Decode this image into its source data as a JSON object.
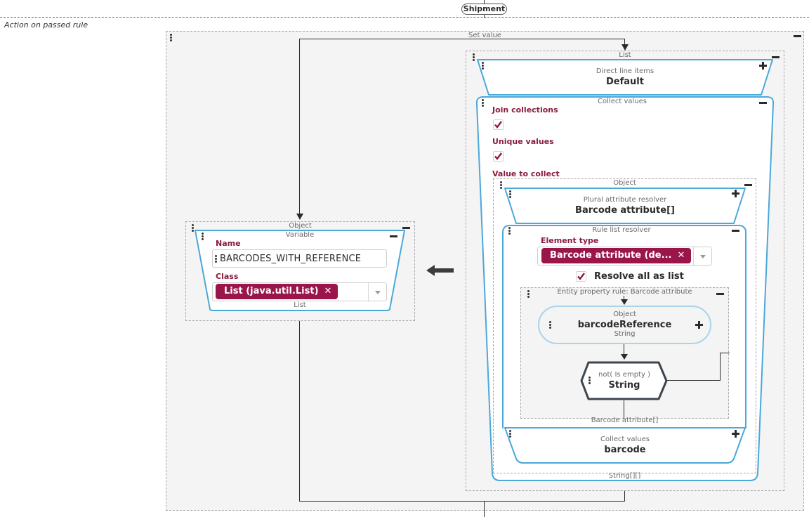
{
  "header": {
    "entity_pill": "Shipment",
    "section_label": "Action on passed rule"
  },
  "set_value": {
    "title": "Set value"
  },
  "object_left": {
    "title": "Object",
    "variable": {
      "title": "Variable",
      "name_label": "Name",
      "name_value": "BARCODES_WITH_REFERENCE",
      "class_label": "Class",
      "class_chip": "List (java.util.List)",
      "footer": "List"
    }
  },
  "arrow_left": "left-arrow-icon",
  "list_panel": {
    "title": "List",
    "direct_line_items": {
      "title": "Direct line items",
      "value": "Default"
    },
    "collect_values": {
      "title": "Collect values",
      "join_label": "Join collections",
      "join_checked": true,
      "unique_label": "Unique values",
      "unique_checked": true,
      "value_to_collect_label": "Value to collect",
      "object": {
        "title": "Object",
        "plural_resolver": {
          "title": "Plural attribute resolver",
          "value": "Barcode attribute[]"
        },
        "rule_list_resolver": {
          "title": "Rule list resolver",
          "element_type_label": "Element type",
          "element_type_chip": "Barcode attribute (de...",
          "resolve_all_label": "Resolve all as list",
          "resolve_all_checked": true,
          "entity_property_rule": {
            "title": "Entity property rule: Barcode attribute",
            "object_node": {
              "title": "Object",
              "value": "barcodeReference",
              "type": "String"
            },
            "condition_node": {
              "title": "not( Is empty )",
              "value": "String"
            }
          },
          "footer": "Barcode attribute[]"
        },
        "collect_values_inner": {
          "title": "Collect values",
          "value": "barcode"
        }
      },
      "footer": "String[][]"
    }
  },
  "colors": {
    "accent_blue": "#4aa8da",
    "chip": "#99154a",
    "label_red": "#8b1a3e"
  }
}
